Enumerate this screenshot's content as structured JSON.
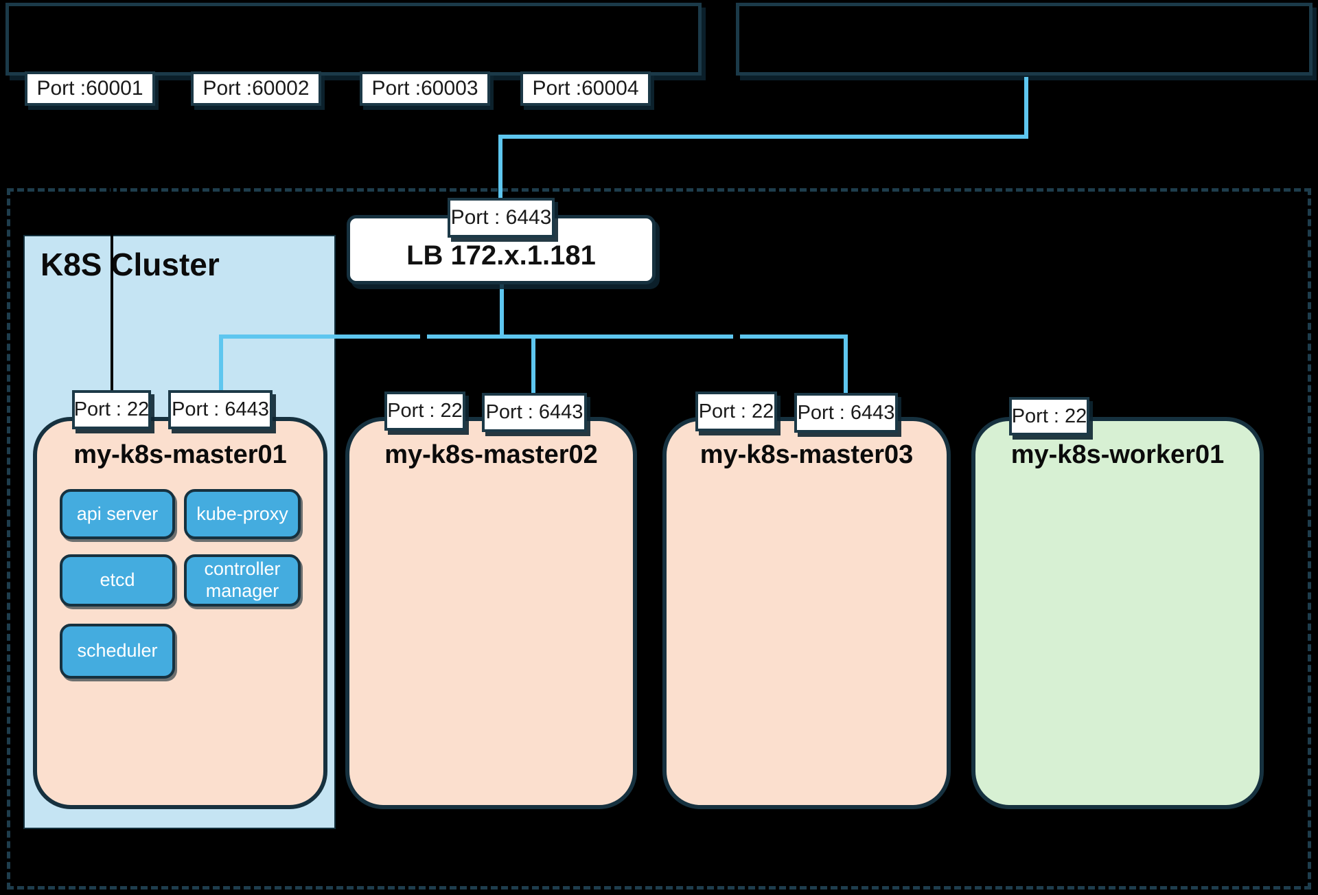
{
  "canvas": {
    "background": "#000000"
  },
  "colors": {
    "border_dark": "#16313F",
    "dashed_border": "#1E3D4D",
    "cyan_line": "#5EC6EF",
    "cluster_bg": "#C5E4F3",
    "master_bg": "#FBDFCE",
    "worker_bg": "#D7F0D3",
    "component_bg": "#44ACDF",
    "white_box_bg": "#FFFFFF"
  },
  "external_ports": [
    "Port :60001",
    "Port :60002",
    "Port :60003",
    "Port :60004"
  ],
  "load_balancer": {
    "port_label": "Port : 6443",
    "label": "LB 172.x.1.181"
  },
  "cluster": {
    "label": "K8S Cluster"
  },
  "nodes": [
    {
      "title": "my-k8s-master01",
      "port_ssh": "Port : 22",
      "port_api": "Port : 6443",
      "components": [
        "api server",
        "kube-proxy",
        "etcd",
        "controller manager",
        "scheduler"
      ]
    },
    {
      "title": "my-k8s-master02",
      "port_ssh": "Port : 22",
      "port_api": "Port : 6443"
    },
    {
      "title": "my-k8s-master03",
      "port_ssh": "Port : 22",
      "port_api": "Port : 6443"
    },
    {
      "title": "my-k8s-worker01",
      "port_ssh": "Port : 22"
    }
  ]
}
